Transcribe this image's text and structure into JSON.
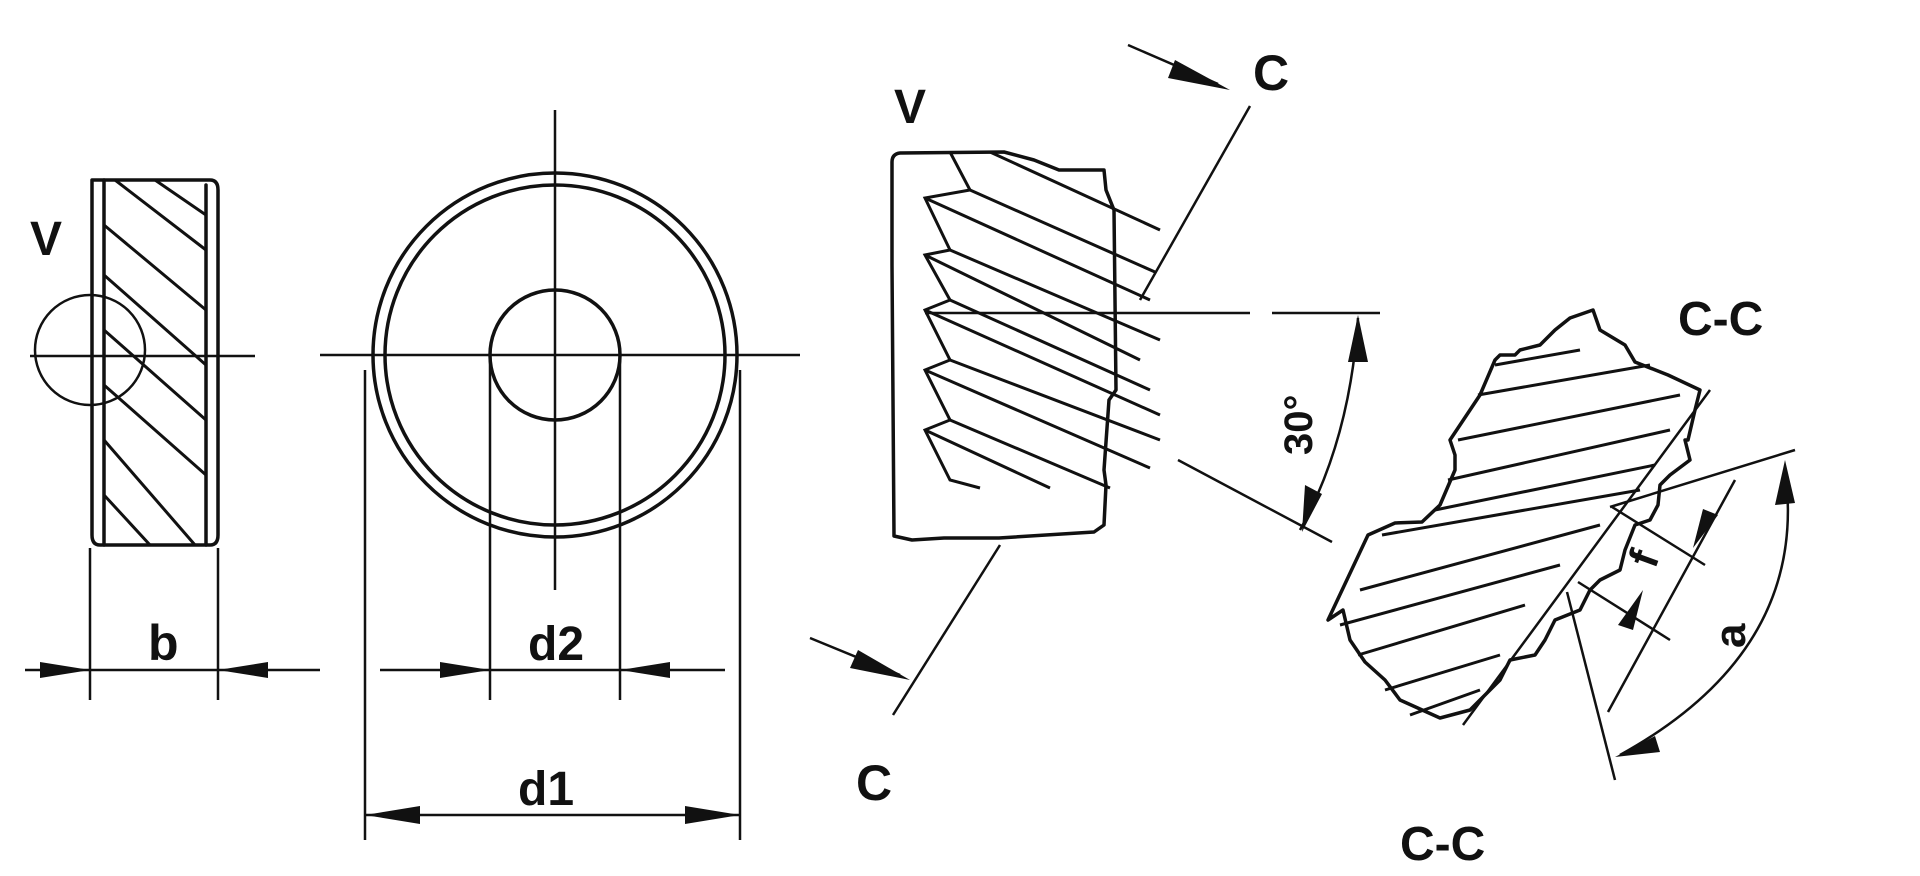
{
  "diagram": {
    "type": "technical-drawing",
    "subject": "Knurling wheel (helical/diagonal knurl)",
    "colors": {
      "line": "#111111",
      "background": "#ffffff"
    },
    "views": {
      "side_view": {
        "labels": {
          "detail": "V",
          "width": "b"
        }
      },
      "front_view": {
        "labels": {
          "bore_diameter": "d2",
          "outer_diameter": "d1"
        }
      },
      "detail_view": {
        "labels": {
          "detail": "V",
          "section_top": "C",
          "section_bottom": "C",
          "helix_angle": "30°"
        }
      },
      "section_view": {
        "labels": {
          "title_top": "C-C",
          "title_bottom": "C-C",
          "pitch": "f",
          "tooth_angle": "a"
        }
      }
    }
  }
}
